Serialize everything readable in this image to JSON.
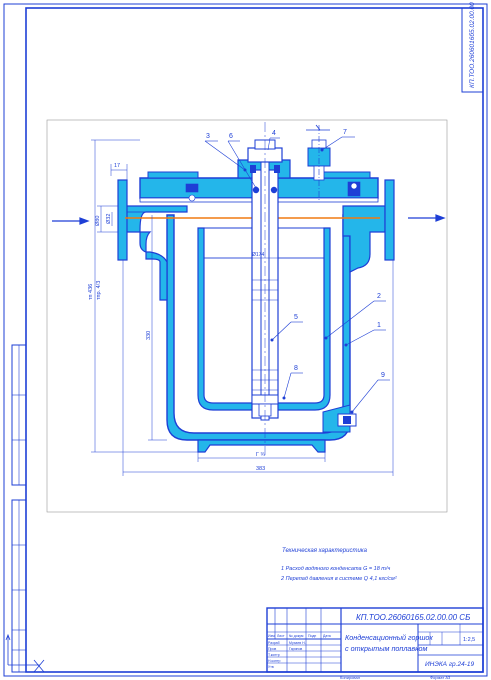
{
  "colors": {
    "line": "#1e3fd6",
    "section_fill": "#24b6ea",
    "bolt_fill": "#1e3fd6",
    "water_line": "#f07a10",
    "flow_arrow": "#1e3fd6",
    "paper": "#ffffff",
    "drawing_area": "#ffffff"
  },
  "stamp_rotated": "КП.ТОО.2606016б5.02.00.00 СБ",
  "callouts": [
    "3",
    "6",
    "4",
    "7",
    "2",
    "1",
    "5",
    "8",
    "9"
  ],
  "dimensions": {
    "flange_thk": "17",
    "bore1": "Ø80",
    "bore2": "Ø32",
    "height_total": "тп 436",
    "height_ref": "тпр. 4/3",
    "height_body": "330",
    "base_width": "Г ¾",
    "overall_width": "383",
    "cup_dim": "Ø174"
  },
  "spec": {
    "heading": "Техническая характеристика",
    "line1": "1 Расход водяного конденсата  G = 18 т/ч",
    "line2": "2 Перепад давления  в системе  Q 4,1  кгс/см²"
  },
  "title_block": {
    "code": "КП.ТОО.26060165.02.00.00 СБ",
    "name_line1": "Конденсационный горшок",
    "name_line2": "с открытым поплавком",
    "sheet_scale": "1:2,5",
    "org": "ИНЭКА гр.24-19",
    "col_labels": [
      "Изм",
      "Лист",
      "№ докум",
      "Подп",
      "Дата"
    ],
    "row_labels": [
      "Разраб",
      "Пров",
      "Т.контр",
      "Н.контр",
      "Утв"
    ],
    "row_names": [
      "Мухаев Н.",
      "Гарипов",
      "",
      "",
      ""
    ],
    "footer_copy": "Копировал",
    "footer_format": "Формат А3"
  }
}
